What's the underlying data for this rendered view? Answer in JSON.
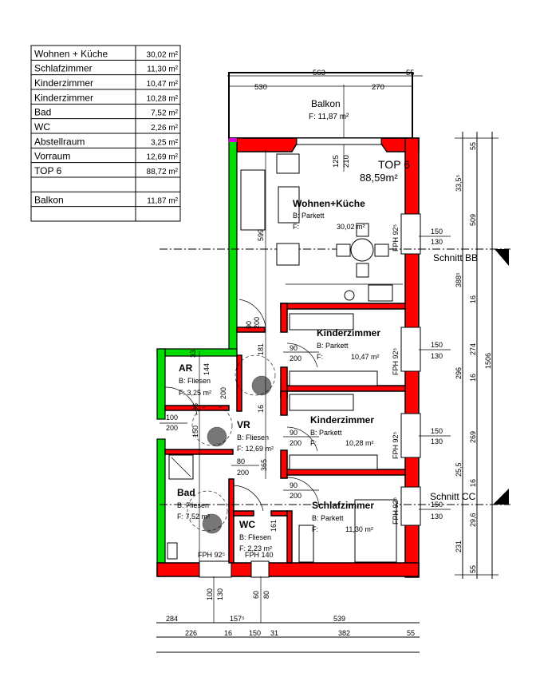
{
  "area_table": {
    "rows": [
      {
        "room": "Wohnen + Küche",
        "area": "30,02 m²"
      },
      {
        "room": "Schlafzimmer",
        "area": "11,30 m²"
      },
      {
        "room": "Kinderzimmer",
        "area": "10,47 m²"
      },
      {
        "room": "Kinderzimmer",
        "area": "10,28 m²"
      },
      {
        "room": "Bad",
        "area": "7,52 m²"
      },
      {
        "room": "WC",
        "area": "2,26 m²"
      },
      {
        "room": "Abstellraum",
        "area": "3,25 m²"
      },
      {
        "room": "Vorraum",
        "area": "12,69 m²"
      },
      {
        "room": "TOP 6",
        "area": "88,72 m²"
      },
      {
        "room": "",
        "area": ""
      },
      {
        "room": "Balkon",
        "area": "11,87 m²"
      },
      {
        "room": "",
        "area": ""
      }
    ]
  },
  "unit": {
    "name": "TOP 6",
    "area": "88,59m²"
  },
  "rooms": {
    "balkon": {
      "name": "Balkon",
      "area": "F: 11,87 m²"
    },
    "wohnen": {
      "name": "Wohnen+Küche",
      "floor": "B: Parkett",
      "f": "F:",
      "area": "30,02 m²"
    },
    "kinder1": {
      "name": "Kinderzimmer",
      "floor": "B: Parkett",
      "f": "F:",
      "area": "10,47 m²"
    },
    "kinder2": {
      "name": "Kinderzimmer",
      "floor": "B: Parkett",
      "f": "F:",
      "area": "10,28 m²"
    },
    "schlaf": {
      "name": "Schlafzimmer",
      "floor": "B: Parkett",
      "f": "F:",
      "area": "11,30 m²"
    },
    "ar": {
      "name": "AR",
      "floor": "B: Fliesen",
      "area": "F: 3,25 m²"
    },
    "vr": {
      "name": "VR",
      "floor": "B: Fliesen",
      "area": "F: 12,69 m²"
    },
    "bad": {
      "name": "Bad",
      "floor": "B: Fliesen",
      "area": "F: 7,52 m²"
    },
    "wc": {
      "name": "WC",
      "floor": "B: Fliesen",
      "area": "F: 2,23 m²"
    }
  },
  "windows": {
    "fph": "FPH 92⁵",
    "fph140": "FPH 140",
    "w_top": "150",
    "w_bottom": "130"
  },
  "doors": {
    "d90": "90",
    "d200": "200",
    "d100": "100",
    "d80": "80"
  },
  "sections": {
    "bb": "Schnitt BB",
    "cc": "Schnitt CC"
  },
  "dimensions": {
    "top": [
      "563",
      "55",
      "530",
      "270"
    ],
    "balcony_door": [
      "125",
      "210"
    ],
    "inner": [
      "599",
      "181",
      "144",
      "33",
      "150",
      "16",
      "36",
      "200",
      "365",
      "161"
    ],
    "right_col1": [
      "33,5⁵",
      "388⁵",
      "296",
      "25,5",
      "231"
    ],
    "right_col2": [
      "55",
      "509",
      "16",
      "274",
      "16",
      "269",
      "16",
      "29,6",
      "55"
    ],
    "right_total": "1506",
    "bottom_openings": [
      "100",
      "130",
      "60",
      "80"
    ],
    "bottom_row1": [
      "284",
      "157⁵",
      "539"
    ],
    "bottom_row2": [
      "226",
      "16",
      "150",
      "31",
      "382",
      "55"
    ]
  }
}
